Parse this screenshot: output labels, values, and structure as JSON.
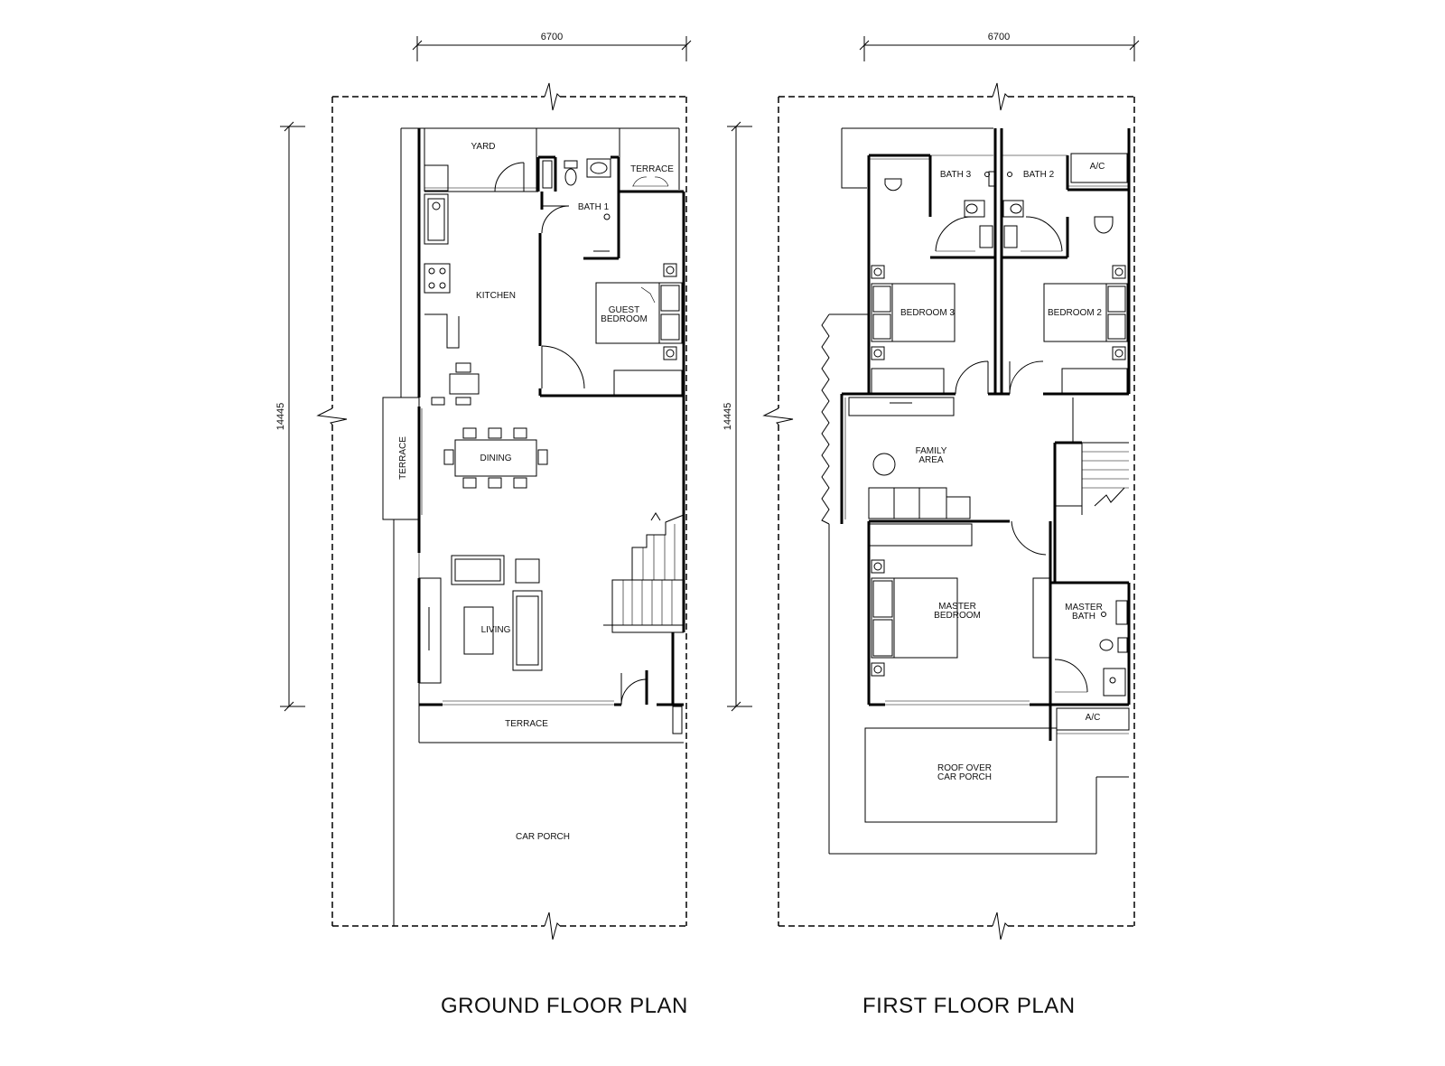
{
  "ground_floor": {
    "title": "GROUND FLOOR PLAN",
    "width_dimension": "6700",
    "depth_dimension": "14445",
    "rooms": {
      "yard": "YARD",
      "terrace_rear": "TERRACE",
      "bath_1": "BATH 1",
      "kitchen": "KITCHEN",
      "guest_bedroom_line1": "GUEST",
      "guest_bedroom_line2": "BEDROOM",
      "terrace_side": "TERRACE",
      "dining": "DINING",
      "living": "LIVING",
      "terrace_front": "TERRACE",
      "car_porch": "CAR PORCH"
    }
  },
  "first_floor": {
    "title": "FIRST FLOOR PLAN",
    "width_dimension": "6700",
    "depth_dimension": "14445",
    "rooms": {
      "bath_3": "BATH 3",
      "bath_2": "BATH 2",
      "ac_rear": "A/C",
      "bedroom_3": "BEDROOM 3",
      "bedroom_2": "BEDROOM 2",
      "family_area_line1": "FAMILY",
      "family_area_line2": "AREA",
      "master_bedroom_line1": "MASTER",
      "master_bedroom_line2": "BEDROOM",
      "master_bath_line1": "MASTER",
      "master_bath_line2": "BATH",
      "ac_front": "A/C",
      "roof_line1": "ROOF OVER",
      "roof_line2": "CAR PORCH"
    }
  }
}
